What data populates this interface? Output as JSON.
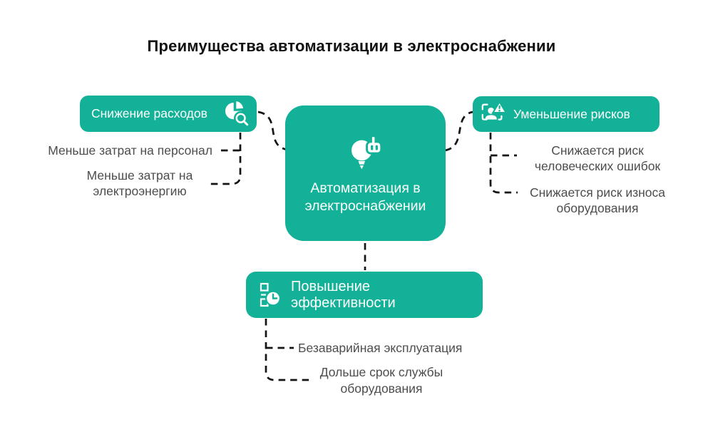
{
  "title": "Преимущества автоматизации в электроснабжении",
  "colors": {
    "accent": "#13b298",
    "node_text": "#ffffff",
    "title_text": "#111111",
    "leaf_text": "#4d4d4d",
    "connector": "#141414",
    "background": "#ffffff"
  },
  "center_node": {
    "label": "Автоматизация в электроснабжении",
    "icon": "lightbulb-robot-icon"
  },
  "branches": [
    {
      "label": "Снижение расходов",
      "icon": "pie-chart-magnifier-icon",
      "position": "top-left",
      "leaves": [
        "Меньше затрат на персонал",
        "Меньше затрат на электроэнергию"
      ]
    },
    {
      "label": "Уменьшение рисков",
      "icon": "person-scan-warning-icon",
      "position": "top-right",
      "leaves": [
        "Снижается риск человеческих ошибок",
        "Снижается риск износа оборудования"
      ]
    },
    {
      "label": "Повышение эффективности",
      "icon": "checklist-clock-icon",
      "position": "bottom",
      "leaves": [
        "Безаварийная эксплуатация",
        "Дольше срок службы оборудования"
      ]
    }
  ]
}
